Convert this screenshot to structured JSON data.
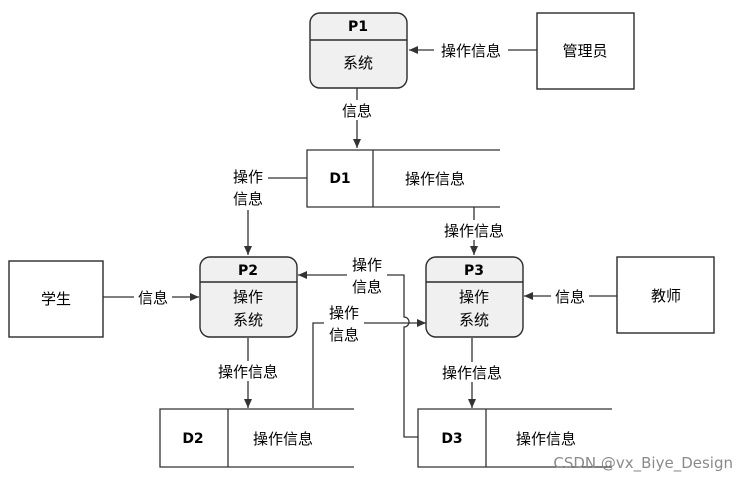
{
  "processes": {
    "p1": {
      "id": "P1",
      "name": "系统"
    },
    "p2": {
      "id": "P2",
      "name_line1": "操作",
      "name_line2": "系统"
    },
    "p3": {
      "id": "P3",
      "name_line1": "操作",
      "name_line2": "系统"
    }
  },
  "entities": {
    "admin": "管理员",
    "student": "学生",
    "teacher": "教师"
  },
  "stores": {
    "d1": {
      "id": "D1",
      "name": "操作信息"
    },
    "d2": {
      "id": "D2",
      "name": "操作信息"
    },
    "d3": {
      "id": "D3",
      "name": "操作信息"
    }
  },
  "flows": {
    "admin_to_p1": "操作信息",
    "p1_to_d1": "信息",
    "d1_to_p2_line1": "操作",
    "d1_to_p2_line2": "信息",
    "d1_to_p3": "操作信息",
    "student_to_p2": "信息",
    "teacher_to_p3": "信息",
    "p2_to_d2": "操作信息",
    "p3_to_d3": "操作信息",
    "d3_to_p2_line1": "操作",
    "d3_to_p2_line2": "信息",
    "d2_to_p3_line1": "操作",
    "d2_to_p3_line2": "信息"
  },
  "watermark": "CSDN @vx_Biye_Design"
}
